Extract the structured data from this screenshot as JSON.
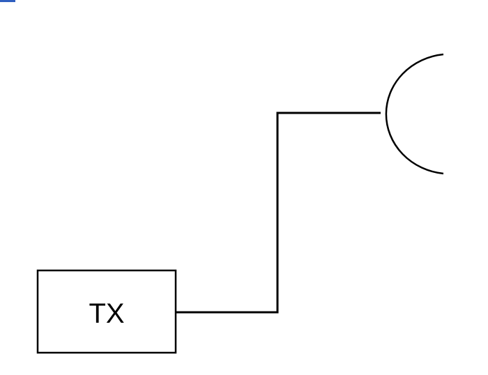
{
  "diagram": {
    "transmitter": {
      "label": "TX"
    },
    "colors": {
      "line": "#000000",
      "background": "#ffffff",
      "top_mark": "#2f5fbf"
    },
    "components": [
      {
        "name": "transmitter-box",
        "type": "rectangle"
      },
      {
        "name": "feed-line",
        "type": "polyline"
      },
      {
        "name": "antenna-reflector",
        "type": "arc"
      }
    ]
  }
}
